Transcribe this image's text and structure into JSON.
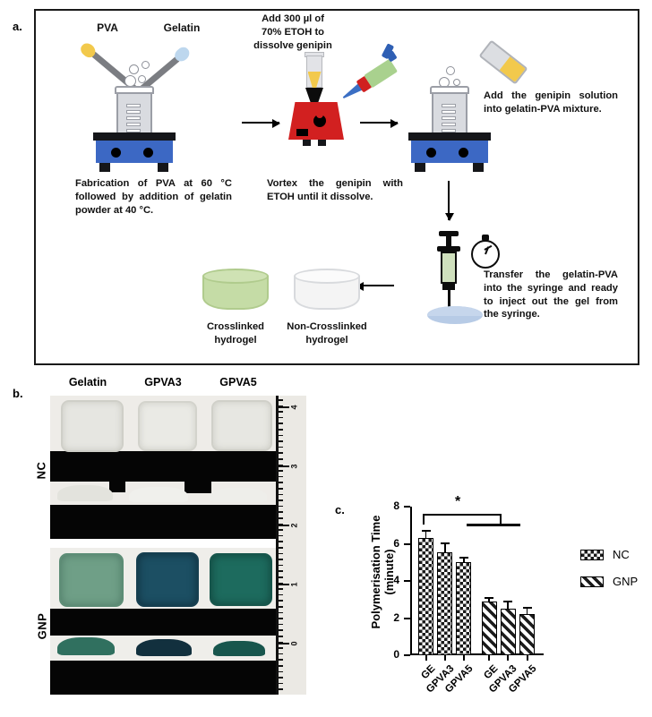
{
  "figure": {
    "panels": [
      {
        "letter": "a.",
        "kind": "schematic"
      },
      {
        "letter": "b.",
        "kind": "photo-grid"
      },
      {
        "letter": "c.",
        "kind": "bar-chart"
      }
    ]
  },
  "panel_a": {
    "letter": "a.",
    "reagent_labels": [
      "PVA",
      "Gelatin"
    ],
    "step_top_text": "Add 300 µl of\n70% ETOH to\ndissolve genipin",
    "step_top_lines": [
      "Add 300 µl of",
      "70% ETOH to",
      "dissolve genipin"
    ],
    "caption_1": "Fabrication of PVA at 60 °C followed by addition of gelatin powder at 40 °C.",
    "caption_2": "Vortex the genipin with ETOH until it dissolve.",
    "caption_3": "Add the genipin solution into gelatin-PVA mixture.",
    "caption_4": "Transfer the gelatin-PVA into the syringe and ready to inject out the gel from the syringe.",
    "hydrogel_crosslinked": "Crosslinked\nhydrogel",
    "hydrogel_crosslinked_l1": "Crosslinked",
    "hydrogel_crosslinked_l2": "hydrogel",
    "hydrogel_noncrosslinked_l1": "Non-Crosslinked",
    "hydrogel_noncrosslinked_l2": "hydrogel",
    "colors": {
      "hotplate_blue": "#3c68c4",
      "vortex_red": "#d22020",
      "pva_spatula_yellow": "#f2c94c",
      "gelatin_spatula_blue": "#bdd7ee",
      "crosslinked_gel_green": "#c5dca6",
      "noncrosslinked_gel_grey": "#f2f2f2",
      "syringe_gel_green": "#cfe0bd",
      "petri_blue": "#b7cbe6",
      "pipette_green": "#a9d18e"
    }
  },
  "panel_b": {
    "letter": "b.",
    "column_headers": [
      "Gelatin",
      "GPVA3",
      "GPVA5"
    ],
    "row_labels": [
      "NC",
      "GNP"
    ],
    "ruler_numbers": [
      "4",
      "3",
      "2",
      "1",
      "0"
    ],
    "nc_gel_color": "#e9e9e4",
    "gnp_gel_colors": [
      "#6f9f87",
      "#1c4f63",
      "#1d6b5e"
    ]
  },
  "panel_c": {
    "letter": "c."
  },
  "chart_data": {
    "type": "bar",
    "title": "",
    "xlabel": "",
    "ylabel": "Polymerisation Time",
    "ylabel_line1": "Polymerisation Time",
    "ylabel_line2": "(minute)",
    "ylim": [
      0,
      8
    ],
    "yticks": [
      0,
      2,
      4,
      6,
      8
    ],
    "ytick_labels": [
      "0",
      "2",
      "4",
      "6",
      "8"
    ],
    "grid": false,
    "legend_position": "right",
    "categories": [
      "GE",
      "GPVA3",
      "GPVA5",
      "GE",
      "GPVA3",
      "GPVA5"
    ],
    "groups": [
      "NC",
      "NC",
      "NC",
      "GNP",
      "GNP",
      "GNP"
    ],
    "values": [
      6.3,
      5.55,
      5.0,
      2.9,
      2.5,
      2.2
    ],
    "errors": [
      0.45,
      0.5,
      0.28,
      0.22,
      0.45,
      0.42
    ],
    "series": [
      {
        "name": "NC",
        "categories": [
          "GE",
          "GPVA3",
          "GPVA5"
        ],
        "values": [
          6.3,
          5.55,
          5.0
        ],
        "errors": [
          0.45,
          0.5,
          0.28
        ],
        "pattern": "checkered"
      },
      {
        "name": "GNP",
        "categories": [
          "GE",
          "GPVA3",
          "GPVA5"
        ],
        "values": [
          2.9,
          2.5,
          2.2
        ],
        "errors": [
          0.22,
          0.45,
          0.42
        ],
        "pattern": "diagonal"
      }
    ],
    "legend": [
      "NC",
      "GNP"
    ],
    "annotations": [
      {
        "text": "*",
        "type": "significance-bracket",
        "from": "GE (NC)",
        "to": "GNP group"
      }
    ]
  }
}
